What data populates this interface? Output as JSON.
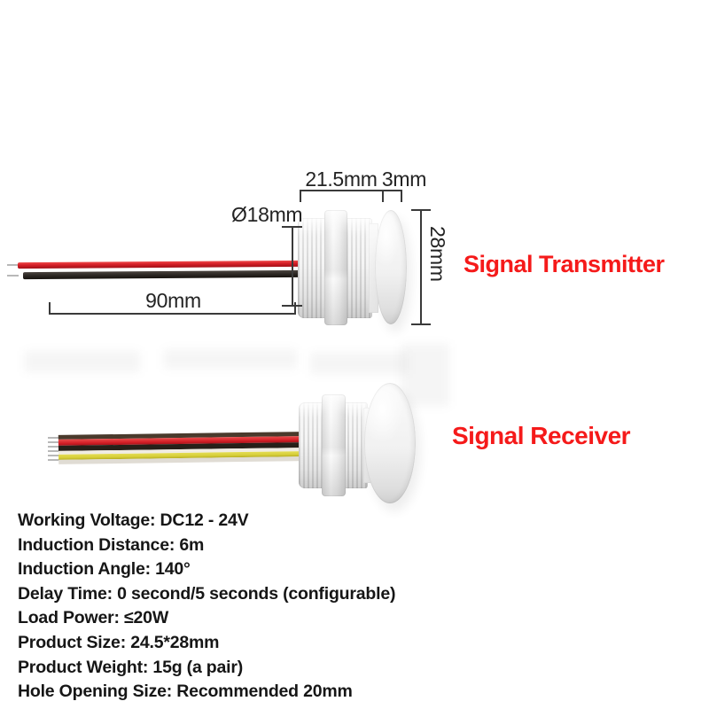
{
  "products": {
    "transmitter": {
      "label": "Signal Transmitter",
      "dimensions": {
        "body_length": "21.5mm",
        "flange_thickness": "3mm",
        "thread_diameter": "Ø18mm",
        "flange_diameter": "28mm",
        "wire_length": "90mm"
      }
    },
    "receiver": {
      "label": "Signal Receiver"
    }
  },
  "specs": [
    "Working Voltage: DC12 - 24V",
    "Induction Distance: 6m",
    "Induction Angle: 140°",
    "Delay Time: 0 second/5 seconds (configurable)",
    "Load Power: ≤20W",
    "Product Size: 24.5*28mm",
    "Product Weight: 15g (a pair)",
    "Hole Opening Size: Recommended 20mm"
  ],
  "colors": {
    "accent_red": "#f51a1a",
    "dimension_line": "#3a3a3a",
    "spec_text": "#161616",
    "wire_red": "#d51f27",
    "wire_black": "#2d2824",
    "wire_yellow": "#d7cf39"
  }
}
